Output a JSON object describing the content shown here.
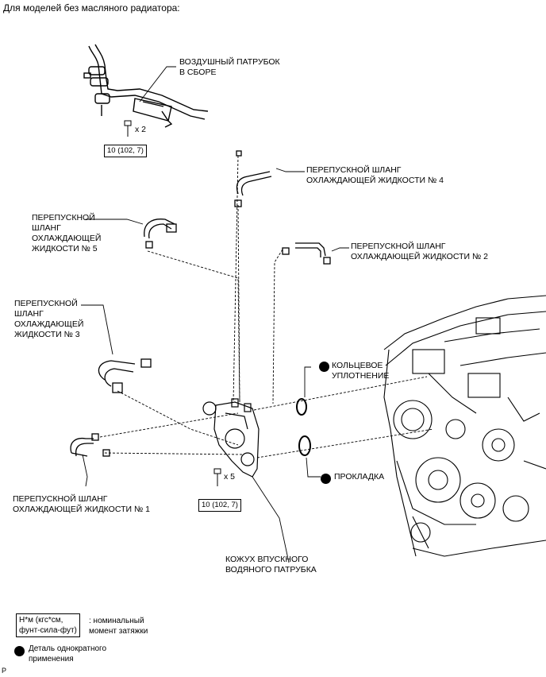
{
  "heading": "Для моделей без масляного радиатора:",
  "labels": {
    "air_pipe": "ВОЗДУШНЫЙ ПАТРУБОК\nВ СБОРЕ",
    "hose4": "ПЕРЕПУСКНОЙ ШЛАНГ\nОХЛАЖДАЮЩЕЙ ЖИДКОСТИ № 4",
    "hose5": "ПЕРЕПУСКНОЙ\nШЛАНГ\nОХЛАЖДАЮЩЕЙ\nЖИДКОСТИ № 5",
    "hose2": "ПЕРЕПУСКНОЙ ШЛАНГ\nОХЛАЖДАЮЩЕЙ ЖИДКОСТИ № 2",
    "hose3": "ПЕРЕПУСКНОЙ\nШЛАНГ\nОХЛАЖДАЮЩЕЙ\nЖИДКОСТИ № 3",
    "oring": "КОЛЬЦЕВОЕ\nУПЛОТНЕНИЕ",
    "gasket": "ПРОКЛАДКА",
    "hose1": "ПЕРЕПУСКНОЙ ШЛАНГ\nОХЛАЖДАЮЩЕЙ ЖИДКОСТИ № 1",
    "housing": "КОЖУХ ВПУСКНОГО\nВОДЯНОГО ПАТРУБКА"
  },
  "qty": {
    "top": "x 2",
    "mid": "x 5"
  },
  "torque": {
    "top": "10 (102, 7)",
    "mid": "10 (102, 7)"
  },
  "legend": {
    "torque_units": "Н*м (кгс*см,\nфунт-сила-фут)",
    "torque_desc": ": номинальный\nмомент затяжки",
    "nonreuse_desc": "Деталь однократного\nприменения"
  },
  "footer_code": "P"
}
